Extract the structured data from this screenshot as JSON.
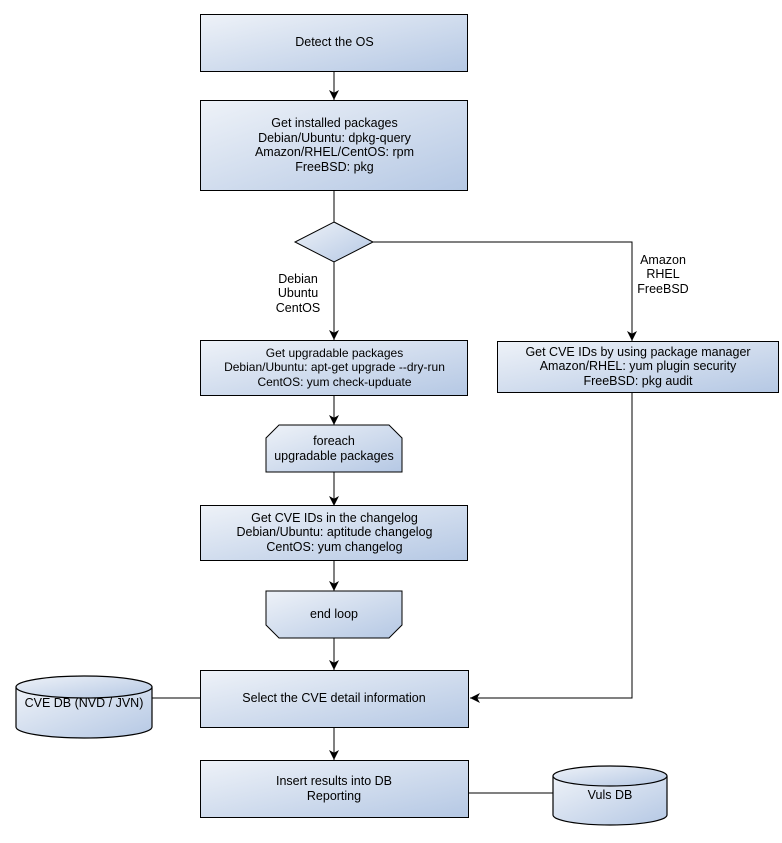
{
  "diagram": {
    "background": "#ffffff",
    "colors": {
      "shape_fill_light": "#eef2f8",
      "shape_fill_dark": "#b5c8e4",
      "border": "#000000",
      "text": "#000000"
    },
    "nodes": {
      "detect_os": "Detect the OS",
      "get_installed_packages": "Get installed packages\nDebian/Ubuntu: dpkg-query\nAmazon/RHEL/CentOS: rpm\nFreeBSD: pkg",
      "get_upgradable_packages": "Get upgradable packages\nDebian/Ubuntu: apt-get upgrade --dry-run\nCentOS: yum check-upduate",
      "get_cve_ids_package_manager": "Get CVE IDs by using package manager\nAmazon/RHEL: yum plugin security\nFreeBSD: pkg audit",
      "foreach_loop_start": "foreach\nupgradable packages",
      "get_cve_ids_changelog": "Get CVE IDs in the changelog\nDebian/Ubuntu: aptitude changelog\nCentOS: yum changelog",
      "loop_end": "end loop",
      "select_cve_detail": "Select the CVE detail information",
      "cve_db": "CVE DB (NVD / JVN)",
      "insert_results": "Insert results into DB\nReporting",
      "vuls_db": "Vuls DB"
    },
    "edge_labels": {
      "left_branch": "Debian\nUbuntu\nCentOS",
      "right_branch": "Amazon\nRHEL\nFreeBSD"
    }
  }
}
